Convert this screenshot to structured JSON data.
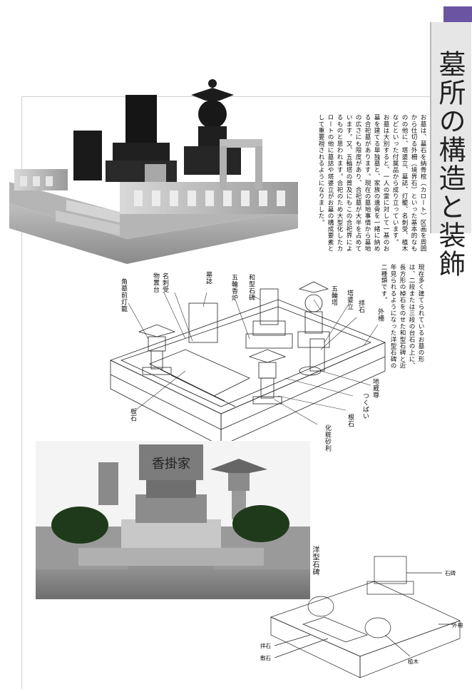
{
  "page": {
    "title": "墓所の構造と装飾"
  },
  "text": {
    "para1": "お墓は、墓石を納骨棺（カロート）区画を周囲から仕切る外柵（境界石）といった基本的なものの他に、塔婆立、墓誌、灯籠、名刺受、植木などといった付属品から成り立っています。",
    "para2": "お墓は大別すると、一人の霊に対して一基のお墓を建てる単独墓と、家族の遺骨を一緒に納める合祀墓があります。現在の墓地事情から墓地の広さにも限度があり、合祀墓が大半を占めています。又、五輪塔の普及にもこの合祀界によるものと思われます。合祀のため大型化したカロートの他に墓誌や塔婆立がお墓の構成要素として重要視されるようになりました。",
    "para3": "現在多く建てられているお墓の形は、二段または三段の台石の上に、長方形の棹石をのせた和型石碑と近年見られるようになった洋型石碑の二種類です。"
  },
  "diagram_labels": {
    "kakubo_toro": "角墓前灯籠",
    "meishiuke": "名刺受",
    "mono_oki": "物置台",
    "boshi": "墓誌",
    "gorin_koro": "五輪香炉",
    "wagata_sekihi": "和型石碑",
    "gorin_to": "五輪塔",
    "toba_tate": "塔婆立",
    "hanseki": "拝石",
    "gaisaku": "外柵",
    "jizo": "地蔵尊",
    "tsukubai": "つくばい",
    "neishi": "根石",
    "kesho_jari": "化粧砂利",
    "itaishi": "板石"
  },
  "photo_text": {
    "engraving": "香掛家",
    "monument_label": "洋型石碑"
  },
  "small_diagram": {
    "sekihi": "石碑",
    "gaisaku": "外柵",
    "hanseki": "拝石",
    "shikiishi": "敷石",
    "ueki": "植木"
  }
}
